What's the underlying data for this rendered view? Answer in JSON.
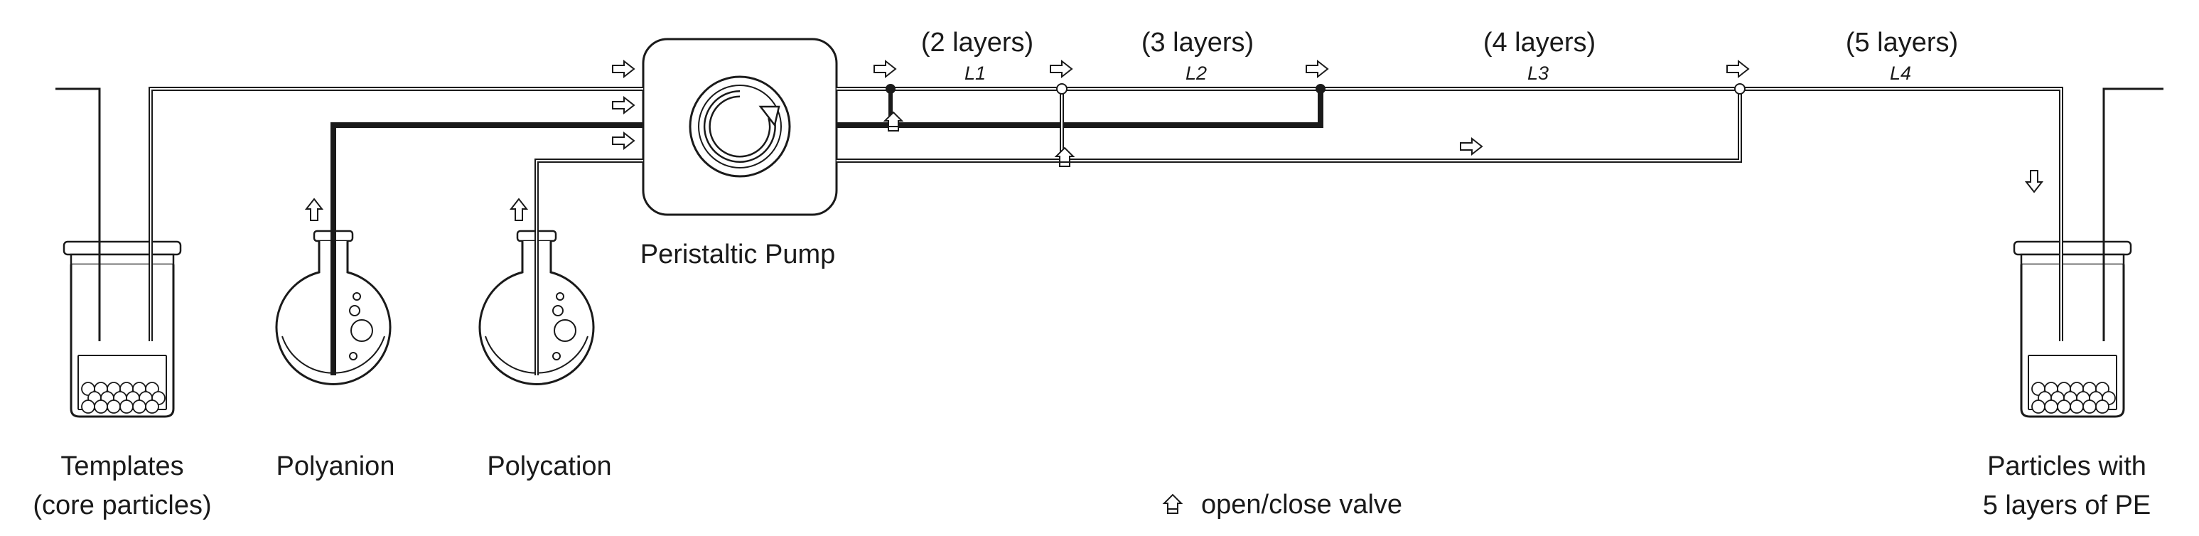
{
  "pump": {
    "label": "Peristaltic Pump",
    "icon": "rotation-arrow-icon"
  },
  "vessels": {
    "templates": {
      "line1": "Templates",
      "line2": "(core particles)"
    },
    "polyanion": {
      "label": "Polyanion"
    },
    "polycation": {
      "label": "Polycation"
    },
    "product": {
      "line1": "Particles with",
      "line2": "5 layers of PE"
    }
  },
  "segments": [
    {
      "layers": "(2 layers)",
      "name": "L1"
    },
    {
      "layers": "(3 layers)",
      "name": "L2"
    },
    {
      "layers": "(4 layers)",
      "name": "L3"
    },
    {
      "layers": "(5 layers)",
      "name": "L4"
    }
  ],
  "legend": {
    "valve_label": "open/close valve",
    "valve_icon": "valve-icon"
  },
  "colors": {
    "line": "#1a1a1a",
    "background": "#ffffff"
  }
}
